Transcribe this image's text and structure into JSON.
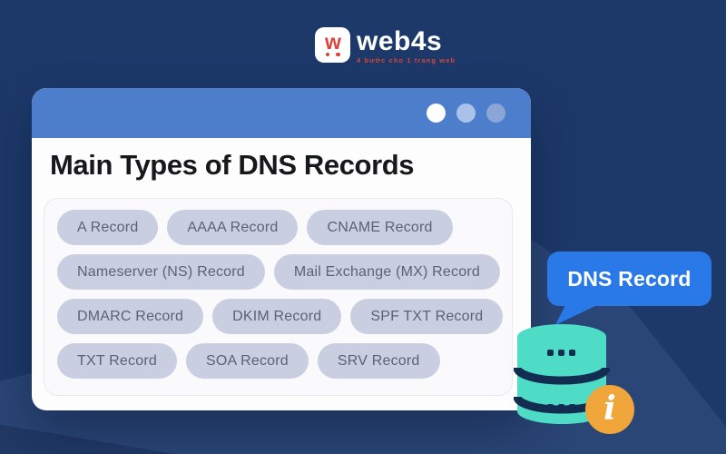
{
  "palette": {
    "bg": "#1d3969",
    "titlebar": "#4d7ecb",
    "window": "#fdfdfe",
    "panel": "#fafafc",
    "panel-border": "#e7e9f0",
    "pill": "#c9cfe1",
    "pill-text": "#5a6274",
    "title-text": "#17181c",
    "bubble": "#2a79e8",
    "teal": "#4edcc7",
    "navy": "#132c52",
    "info": "#f0a63a",
    "logo-red": "#d8463b"
  },
  "logo": {
    "brand": "web4s",
    "monogram": "w",
    "tagline": "4 bước cho 1 trang web"
  },
  "window": {
    "title": "Main Types of DNS Records"
  },
  "records": {
    "rows": [
      [
        "A Record",
        "AAAA Record",
        "CNAME Record"
      ],
      [
        "Nameserver (NS) Record",
        "Mail Exchange (MX) Record"
      ],
      [
        "DMARC Record",
        "DKIM Record",
        "SPF TXT Record"
      ],
      [
        "TXT Record",
        "SOA Record",
        "SRV Record"
      ]
    ]
  },
  "callout": {
    "label": "DNS Record"
  },
  "info_badge": {
    "glyph": "i"
  }
}
